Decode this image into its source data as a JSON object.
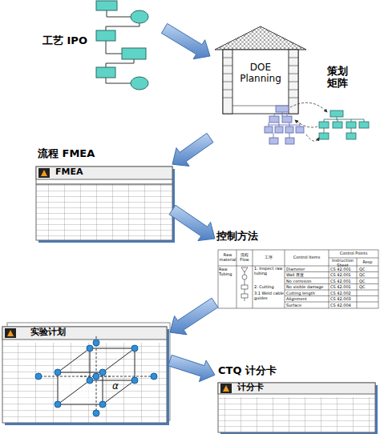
{
  "diagram": {
    "nodes": [
      {
        "text": [
          "工艺 IPO"
        ]
      },
      {
        "text": [
          "DOE Planning",
          "策划 矩阵"
        ]
      },
      {
        "text": [
          "流程 FMEA",
          "FMEA"
        ]
      },
      {
        "text": [
          "控制方法"
        ]
      },
      {
        "text": [
          "实验计划"
        ]
      },
      {
        "text": [
          "CTQ 计分卡",
          "计分卡"
        ]
      }
    ],
    "edges": [
      {
        "from": 0,
        "to": 1,
        "arrow": "to"
      },
      {
        "from": 1,
        "to": 2,
        "arrow": "to"
      },
      {
        "from": 2,
        "to": 3,
        "arrow": "to"
      },
      {
        "from": 3,
        "to": 4,
        "arrow": "to"
      },
      {
        "from": 4,
        "to": 5,
        "arrow": "to"
      }
    ],
    "labels": [
      "Raw material",
      "流程 Flow",
      "工序",
      "Control Items",
      "Control Points",
      "Instruction Sheet",
      "Resp",
      "Raw Tubing",
      "1. Inspect raw tubing",
      "2. Cutting",
      "3.1 Weld cable guides",
      "Diameter",
      "Wall 厚度",
      "No corrosion",
      "No visible damage",
      "Cutting length",
      "Alignment",
      "Surface",
      "CS 42.001",
      "CS 42.001",
      "CS 42.001",
      "CS 42.001",
      "CS 42.002",
      "CS 42.003",
      "CS 42.004",
      "QC",
      "QC",
      "QC",
      "QC",
      "α"
    ]
  }
}
